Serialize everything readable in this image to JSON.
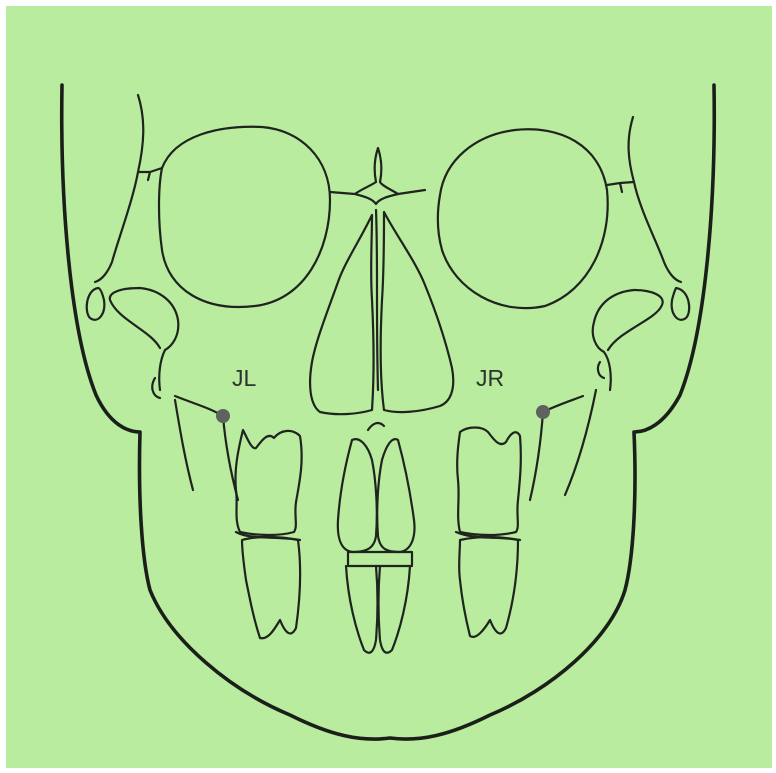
{
  "background_color": "#b9ec9e",
  "line_color": "#1f241f",
  "landmark_color": "#5e635e",
  "landmarks": [
    {
      "id": "JL",
      "label": "JL"
    },
    {
      "id": "JR",
      "label": "JR"
    }
  ]
}
